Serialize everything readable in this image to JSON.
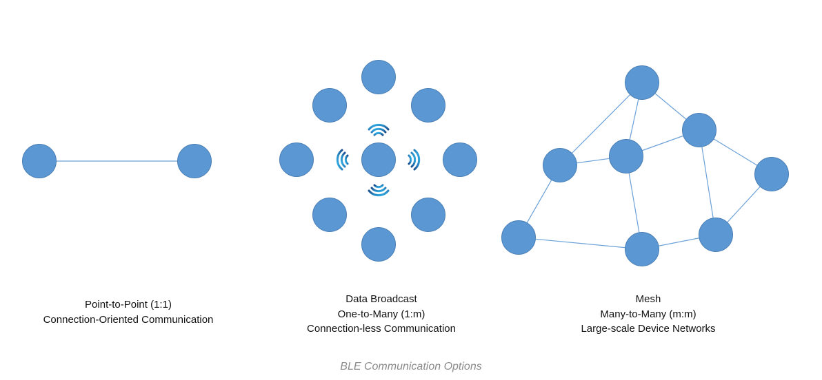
{
  "colors": {
    "node": "#5b97d3",
    "edge": "#6aa0d8",
    "signal_light": "#35b8ee",
    "signal_dark": "#1b4f8f",
    "caption": "#8a8a8a"
  },
  "point_to_point": {
    "lines": [
      "Point-to-Point (1:1)",
      "Connection-Oriented Communication"
    ]
  },
  "broadcast": {
    "lines": [
      "Data Broadcast",
      "One-to-Many (1:m)",
      "Connection-less Communication"
    ],
    "icon": "wireless-signal-icon"
  },
  "mesh": {
    "lines": [
      "Mesh",
      "Many-to-Many (m:m)",
      "Large-scale Device Networks"
    ]
  },
  "caption": "BLE Communication Options"
}
